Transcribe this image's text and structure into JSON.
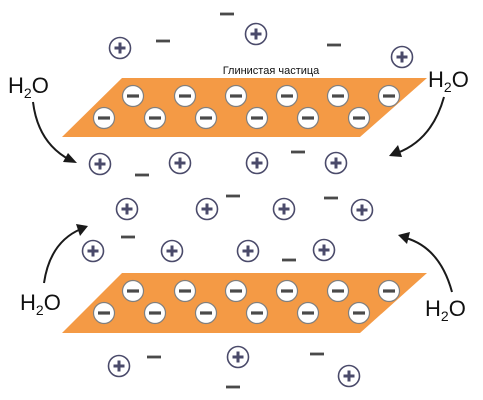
{
  "diagram": {
    "plate_label": "Глинистая частица",
    "water": {
      "main": "H",
      "subscript": "2",
      "tail": "O"
    },
    "colors": {
      "plate": "#F49A45",
      "negative_ion_fill": "#ffffff",
      "positive_ion_stroke": "#4a4a6a",
      "sign": "#4a4a4a"
    },
    "icons": {
      "negative_ion": "minus-in-circle",
      "positive_ion": "plus-in-circle",
      "free_anion": "minus-sign",
      "water_arrow": "curved-arrow"
    }
  }
}
